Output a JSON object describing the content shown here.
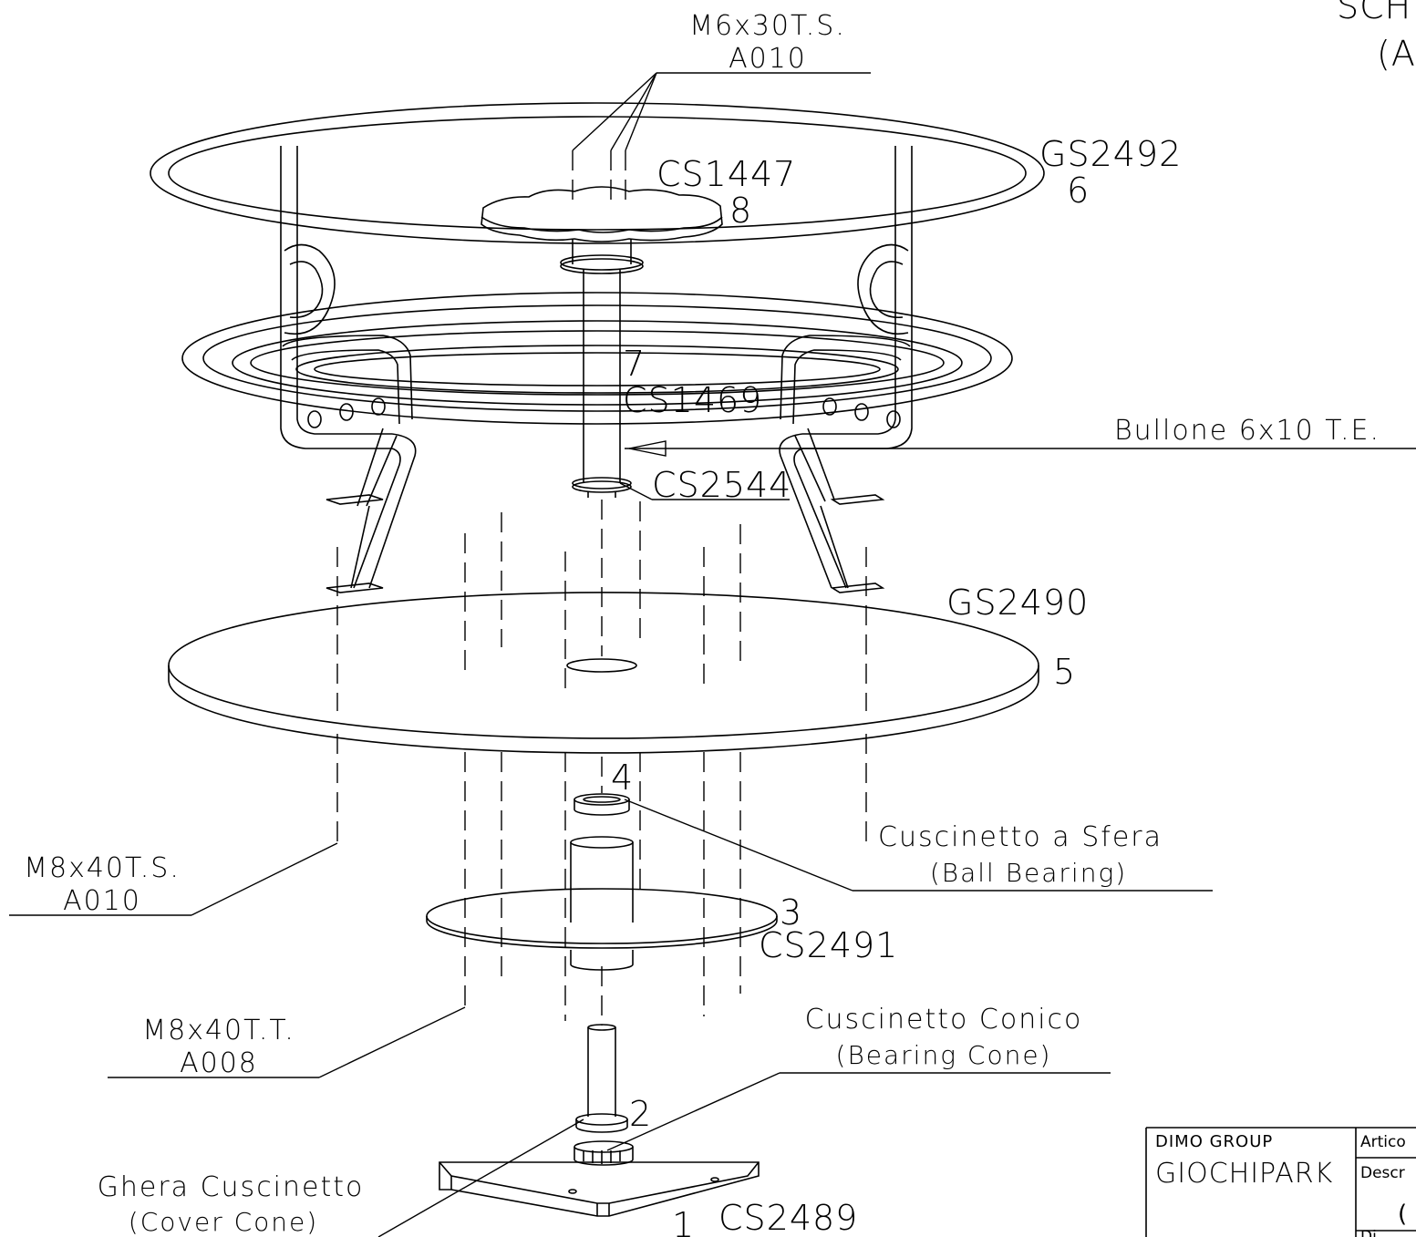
{
  "title_block": {
    "heading_line1": "SCH",
    "heading_line2": "(A",
    "company": "DIMO GROUP",
    "brand": "GIOCHIPARK",
    "field_article": "Artico",
    "field_description": "Descr",
    "field_paren": "(",
    "field_bottom": "Di"
  },
  "labels": {
    "screw_top_spec": "M6x30T.S.",
    "screw_top_code": "A010",
    "seat_code": "CS1447",
    "seat_num": "8",
    "handrail_code": "GS2492",
    "handrail_num": "6",
    "column_num": "7",
    "column_code": "CS1469",
    "bolt": "Bullone 6x10 T.E.",
    "collar_code": "CS2544",
    "platform_code": "GS2490",
    "platform_num": "5",
    "bearing_num": "4",
    "ball_bearing_it": "Cuscinetto a Sfera",
    "ball_bearing_en": "(Ball Bearing)",
    "screw_ts_spec": "M8x40T.S.",
    "screw_ts_code": "A010",
    "hub_num": "3",
    "hub_code": "CS2491",
    "screw_tt_spec": "M8x40T.T.",
    "screw_tt_code": "A008",
    "cone_it": "Cuscinetto Conico",
    "cone_en": "(Bearing Cone)",
    "shaft_num": "2",
    "cover_it": "Ghera Cuscinetto",
    "cover_en": "(Cover Cone)",
    "base_num": "1",
    "base_code": "CS2489"
  }
}
